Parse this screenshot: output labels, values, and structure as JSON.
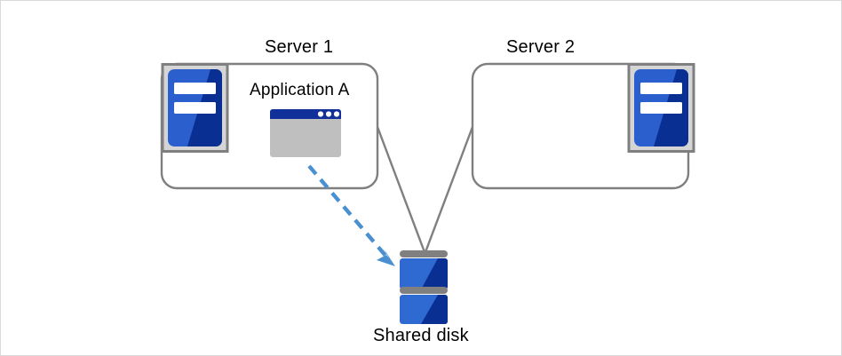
{
  "diagram": {
    "title_text_color": "#000000",
    "background": "#ffffff",
    "frame_border_color": "#d9d9d9",
    "nodes": {
      "server1": {
        "title": "Server 1",
        "box_stroke": "#7f7f7f",
        "icon_name": "server-icon",
        "icon_frame_fill": "#d5d5d5",
        "icon_frame_stroke": "#7f7f7f",
        "icon_blue_light": "#2b5fce",
        "icon_blue_dark": "#0a2f92",
        "icon_bar_fill": "#ffffff"
      },
      "server2": {
        "title": "Server 2",
        "box_stroke": "#7f7f7f",
        "icon_name": "server-icon",
        "icon_frame_fill": "#d5d5d5",
        "icon_frame_stroke": "#7f7f7f",
        "icon_blue_light": "#2b5fce",
        "icon_blue_dark": "#0a2f92",
        "icon_bar_fill": "#ffffff"
      },
      "application_a": {
        "title": "Application A",
        "window_titlebar_fill": "#12309a",
        "window_body_fill": "#bfbfbf",
        "window_dots": 3,
        "window_dot_fill": "#ffffff"
      },
      "shared_disk": {
        "title": "Shared disk",
        "platter_bar_fill": "#808080",
        "block_blue_light": "#2e6ad1",
        "block_blue_dark": "#0a2f92",
        "block_count": 2
      }
    },
    "connectors": [
      {
        "name": "server1-to-disk",
        "style": "solid",
        "color": "#7f7f7f",
        "from": "server1",
        "to": "shared_disk"
      },
      {
        "name": "server2-to-disk",
        "style": "solid",
        "color": "#7f7f7f",
        "from": "server2",
        "to": "shared_disk"
      },
      {
        "name": "application-a-to-disk",
        "style": "dashed",
        "color": "#4a90d0",
        "arrowhead": true,
        "from": "application_a",
        "to": "shared_disk"
      }
    ]
  }
}
